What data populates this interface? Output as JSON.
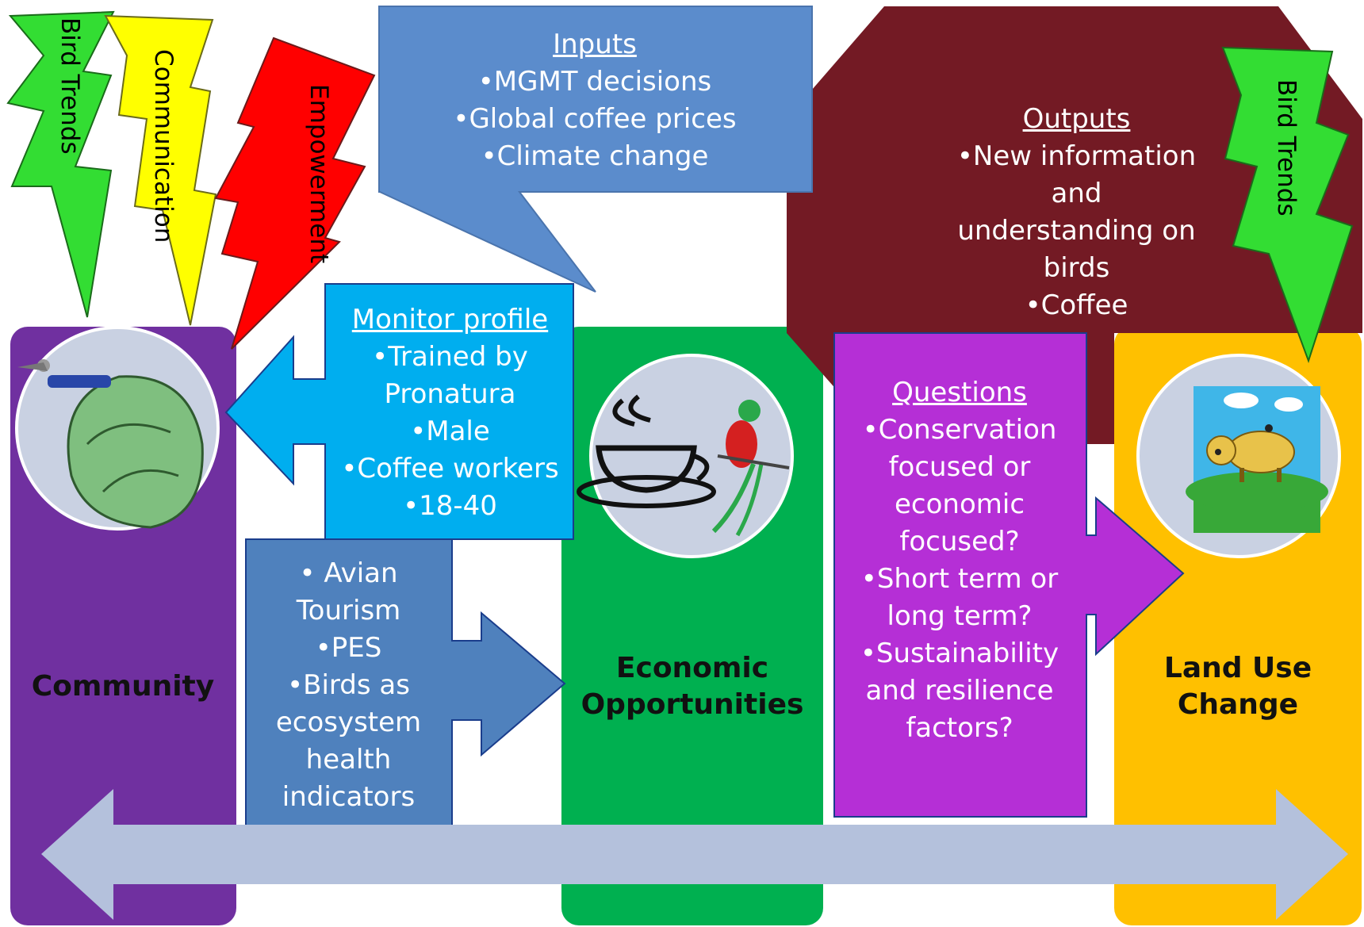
{
  "colors": {
    "community": "#7030a0",
    "economic": "#00b050",
    "landuse": "#ffc000",
    "inputs": "#5b8ccc",
    "outputs": "#731a24",
    "monitor": "#00aeef",
    "tourism": "#4f81bd",
    "questions": "#b52fd6",
    "bottom_arrow": "#b4c1dc",
    "bolt_green": "#33dd33",
    "bolt_yellow": "#ffff00",
    "bolt_red": "#ff0000"
  },
  "bolts": {
    "bird_trends_left": "Bird Trends",
    "communication": "Communication",
    "empowerment": "Empowerment",
    "bird_trends_right": "Bird Trends"
  },
  "inputs": {
    "heading": "Inputs",
    "items": [
      "•MGMT decisions",
      "•Global coffee prices",
      "•Climate change"
    ]
  },
  "outputs": {
    "heading": "Outputs",
    "items": [
      "•New information",
      "and",
      "understanding on",
      "birds",
      "•Coffee"
    ]
  },
  "monitor": {
    "heading": "Monitor profile",
    "items": [
      "•Trained by",
      "Pronatura",
      "•Male",
      "•Coffee workers",
      "•18-40"
    ]
  },
  "tourism": {
    "items": [
      "• Avian",
      "Tourism",
      "•PES",
      "•Birds as",
      "ecosystem",
      "health",
      "indicators"
    ]
  },
  "questions": {
    "heading": "Questions",
    "items": [
      "•Conservation",
      "focused or",
      "economic",
      "focused?",
      "•Short term or",
      "long term?",
      "•Sustainability",
      "and resilience",
      "factors?"
    ]
  },
  "columns": {
    "community": "Community",
    "economic_1": "Economic",
    "economic_2": "Opportunities",
    "landuse_1": "Land Use",
    "landuse_2": "Change"
  },
  "icons": {
    "community": "birdwatcher-icon",
    "economic": "coffee-quetzal-icon",
    "landuse": "cow-landscape-icon"
  }
}
